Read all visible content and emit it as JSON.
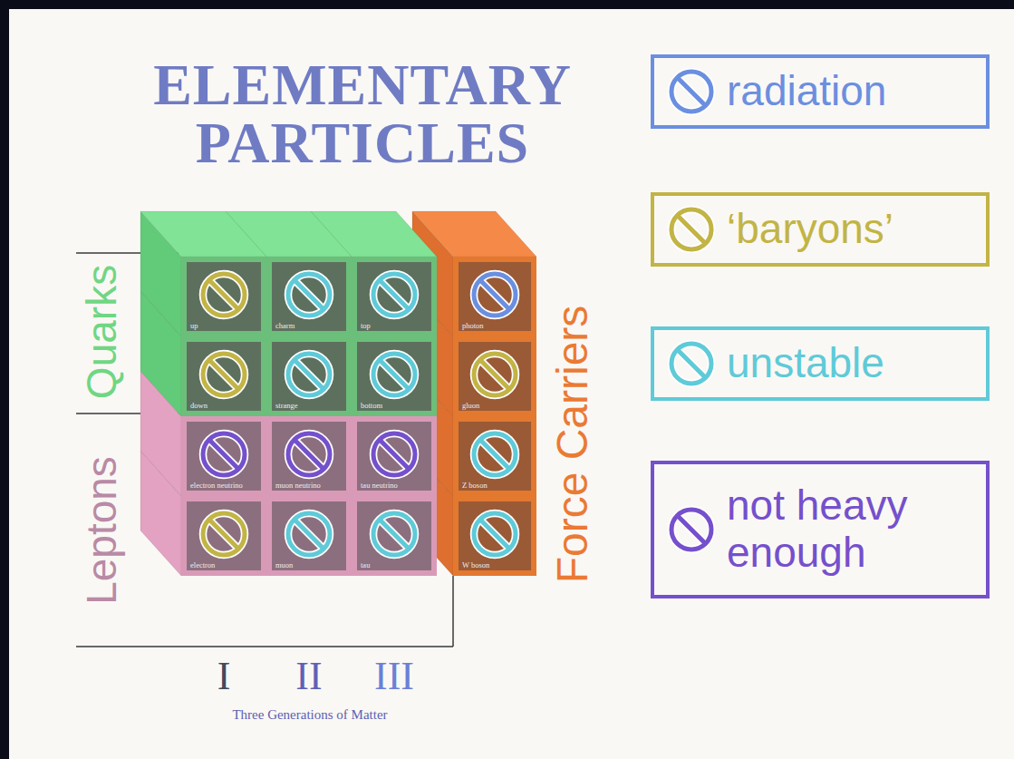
{
  "diagram": {
    "title": "ELEMENTARY PARTICLES",
    "nodes": [
      {
        "text": [
          "up"
        ]
      },
      {
        "text": [
          "charm"
        ]
      },
      {
        "text": [
          "top"
        ]
      },
      {
        "text": [
          "photon"
        ]
      },
      {
        "text": [
          "down"
        ]
      },
      {
        "text": [
          "strange"
        ]
      },
      {
        "text": [
          "bottom"
        ]
      },
      {
        "text": [
          "gluon"
        ]
      },
      {
        "text": [
          "electron neutrino"
        ]
      },
      {
        "text": [
          "muon neutrino"
        ]
      },
      {
        "text": [
          "tau neutrino"
        ]
      },
      {
        "text": [
          "Z boson"
        ]
      },
      {
        "text": [
          "electron"
        ]
      },
      {
        "text": [
          "muon"
        ]
      },
      {
        "text": [
          "tau"
        ]
      },
      {
        "text": [
          "W boson"
        ]
      }
    ],
    "labels": [
      "Quarks",
      "Leptons",
      "Force Carriers",
      "I",
      "II",
      "III",
      "Three Generations of Matter"
    ],
    "legend": [
      {
        "text": "radiation",
        "color": "#6b8fe0"
      },
      {
        "text": "‘baryons’",
        "color": "#c2b445"
      },
      {
        "text": "unstable",
        "color": "#5fcad8"
      },
      {
        "text": "not heavy enough",
        "color": "#7550cc"
      }
    ]
  }
}
